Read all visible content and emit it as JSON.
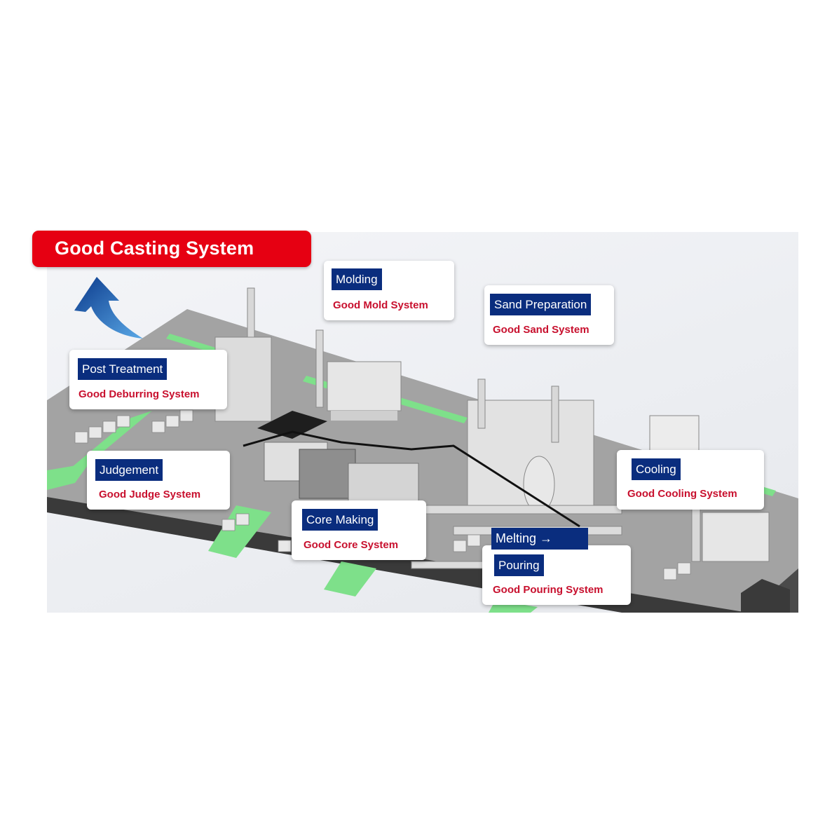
{
  "title": "Good Casting System",
  "colors": {
    "banner": "#e60012",
    "tag": "#0a2d7e",
    "system_text": "#c8102e",
    "floor": "#9a9a9a",
    "walkway": "#7ee08a"
  },
  "icons": {
    "flow_arrow": "curved-up-arrow-icon"
  },
  "stations": {
    "molding": {
      "label": "Molding",
      "system": "Good Mold System"
    },
    "sand": {
      "label": "Sand Preparation",
      "system": "Good Sand System"
    },
    "post": {
      "label": "Post Treatment",
      "system": "Good Deburring System"
    },
    "judgement": {
      "label": "Judgement",
      "system": "Good Judge System"
    },
    "cooling": {
      "label": "Cooling",
      "system": "Good Cooling System"
    },
    "core": {
      "label": "Core Making",
      "system": "Good Core System"
    },
    "melting": {
      "label": "Melting →"
    },
    "pouring": {
      "label": "Pouring",
      "system": "Good Pouring System"
    }
  }
}
